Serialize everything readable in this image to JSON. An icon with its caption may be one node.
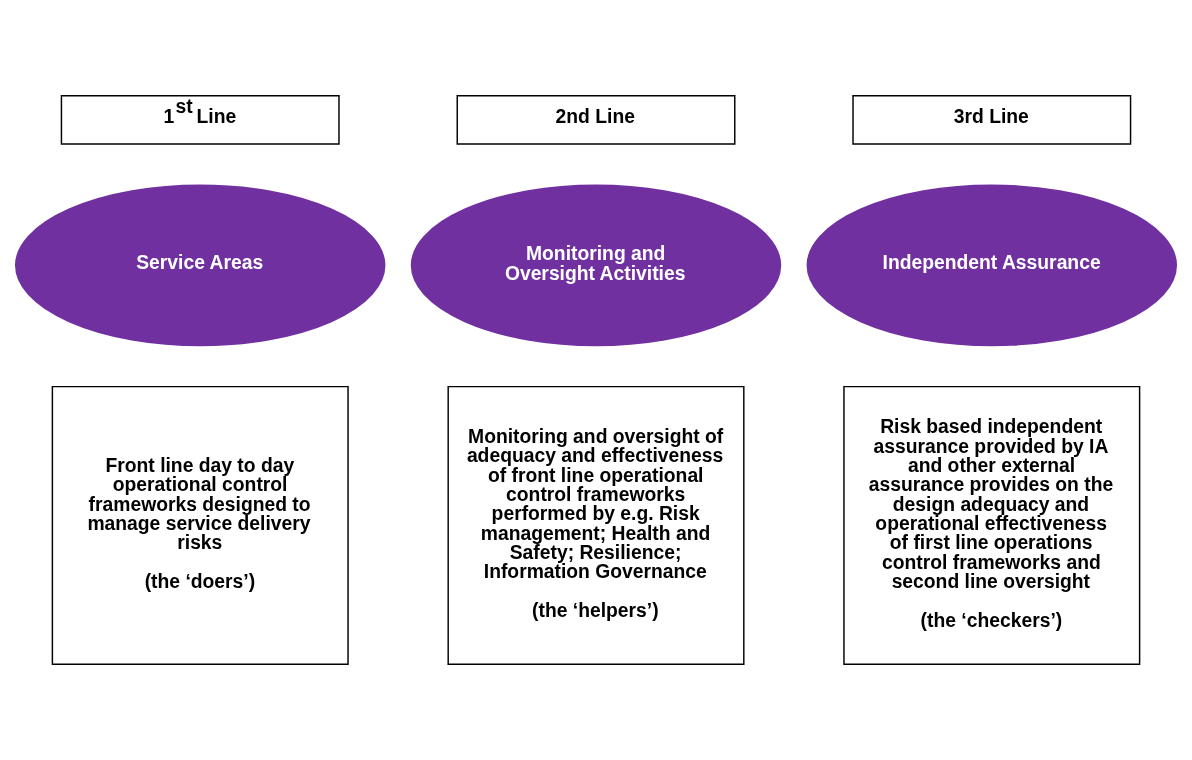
{
  "diagram": {
    "nodes": [
      {
        "text": [
          "1$^{st}$ Line"
        ]
      },
      {
        "text": [
          "2nd Line"
        ]
      },
      {
        "text": [
          "3rd Line"
        ]
      },
      {
        "text": [
          "Service Areas"
        ]
      },
      {
        "text": [
          "Monitoring and Oversight Activities"
        ]
      },
      {
        "text": [
          "Independent Assurance"
        ]
      },
      {
        "text": [
          "Front line day to day operational control frameworks designed to manage service delivery risks",
          "(the ‘doers’)"
        ]
      },
      {
        "text": [
          "Monitoring and oversight of adequacy and effectiveness of front line operational control frameworks performed by e.g. Risk management; Health and Safety; Resilience; Information Governance",
          "(the ‘helpers’)"
        ]
      },
      {
        "text": [
          "Risk based independent assurance provided by IA and other external assurance provides on the design adequacy and operational effectiveness of first line operations control frameworks and second line oversight",
          "(the ‘checkers’)"
        ]
      }
    ],
    "edges": []
  }
}
